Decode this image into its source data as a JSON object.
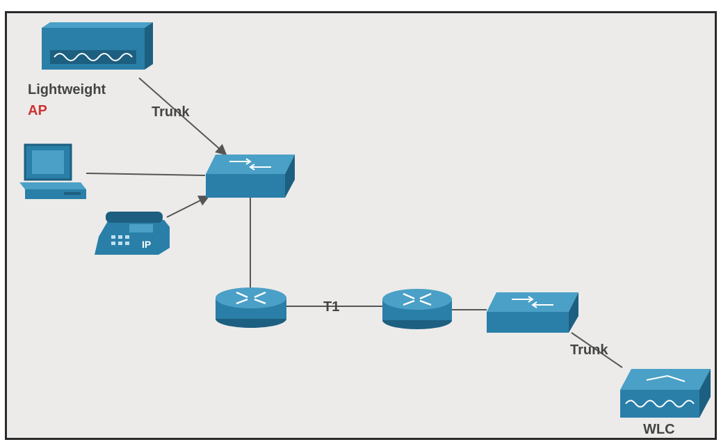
{
  "diagram": {
    "labels": {
      "ap_line1": "Lightweight",
      "ap_line2": "AP",
      "trunk_ap": "Trunk",
      "t1": "T1",
      "trunk_wlc": "Trunk",
      "wlc": "WLC"
    },
    "devices": [
      {
        "id": "lightweight-ap",
        "icon": "access-point-icon"
      },
      {
        "id": "pc",
        "icon": "workstation-icon"
      },
      {
        "id": "ip-phone",
        "icon": "ip-phone-icon"
      },
      {
        "id": "access-switch",
        "icon": "switch-icon"
      },
      {
        "id": "router-local",
        "icon": "router-icon"
      },
      {
        "id": "router-wan",
        "icon": "router-icon"
      },
      {
        "id": "remote-switch",
        "icon": "switch-icon"
      },
      {
        "id": "wlc",
        "icon": "wireless-lan-controller-icon"
      }
    ],
    "links": [
      {
        "from": "lightweight-ap",
        "to": "access-switch",
        "label_key": "trunk_ap"
      },
      {
        "from": "pc",
        "to": "access-switch"
      },
      {
        "from": "ip-phone",
        "to": "access-switch"
      },
      {
        "from": "access-switch",
        "to": "router-local"
      },
      {
        "from": "router-local",
        "to": "router-wan",
        "label_key": "t1"
      },
      {
        "from": "router-wan",
        "to": "remote-switch"
      },
      {
        "from": "remote-switch",
        "to": "wlc",
        "label_key": "trunk_wlc"
      }
    ],
    "colors": {
      "device_fill": "#2a7fa8",
      "device_top": "#4aa0c6",
      "device_dark": "#1d5f80",
      "line": "#555555",
      "ap_label_line2": "#cc3333"
    }
  }
}
